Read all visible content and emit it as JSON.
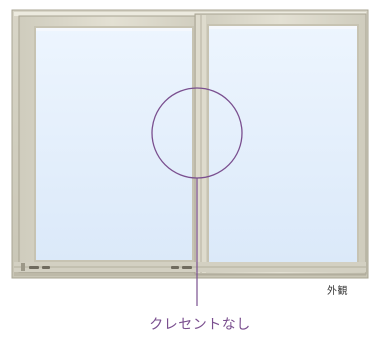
{
  "image": {
    "view_label": "外観",
    "callout_label": "クレセントなし",
    "colors": {
      "frame": "#d9d6c8",
      "frame_shadow": "#b9b5a4",
      "frame_highlight": "#eeece2",
      "glass_top": "#eaf3fd",
      "glass_bottom": "#dceafa",
      "callout": "#7a4f8f"
    },
    "objects": [
      "sliding-window-frame",
      "left-sash",
      "right-sash",
      "crescent-callout-circle",
      "callout-line",
      "latch-fittings"
    ]
  }
}
